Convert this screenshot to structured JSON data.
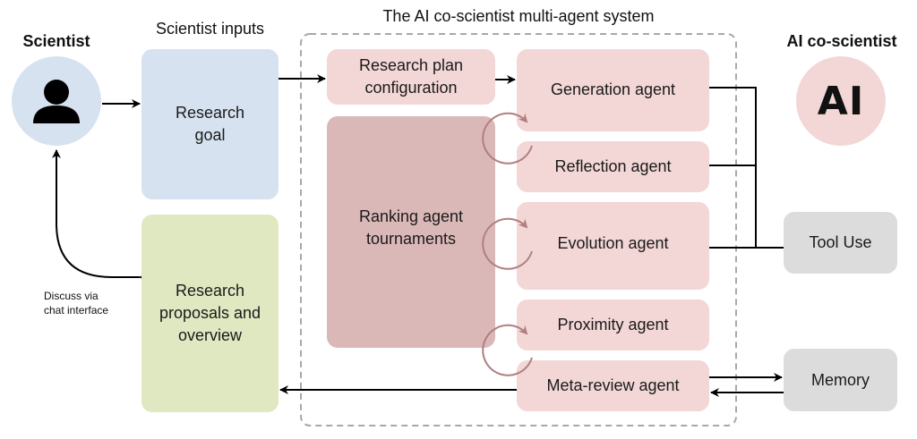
{
  "colors": {
    "scientist_bg": "#d6e2f0",
    "research_goal_bg": "#d6e2f0",
    "proposals_bg": "#dfe8c0",
    "agent_bg": "#f3d6d6",
    "ranking_bg": "#dbb8b8",
    "ai_circle_bg": "#f3d6d6",
    "tool_bg": "#dcdcdc",
    "cycle_arrow": "#b07f7f",
    "dashed_border": "#a8a8a8",
    "arrow": "#000000"
  },
  "scientist": {
    "title": "Scientist",
    "icon": "person-icon"
  },
  "scientist_inputs": {
    "title": "Scientist inputs",
    "research_goal": "Research goal",
    "research_proposals": "Research proposals and overview"
  },
  "discuss_label": {
    "line1": "Discuss via",
    "line2": "chat interface"
  },
  "system": {
    "title": "The AI co-scientist multi-agent system",
    "research_plan": "Research plan configuration",
    "ranking": "Ranking agent tournaments",
    "agents": [
      {
        "id": "generation",
        "label": "Generation agent"
      },
      {
        "id": "reflection",
        "label": "Reflection agent"
      },
      {
        "id": "evolution",
        "label": "Evolution agent"
      },
      {
        "id": "proximity",
        "label": "Proximity agent"
      },
      {
        "id": "meta-review",
        "label": "Meta-review agent"
      }
    ]
  },
  "ai_coscientist": {
    "title": "AI co-scientist",
    "icon_text": "AI"
  },
  "tools": {
    "tool_use": "Tool Use",
    "memory": "Memory"
  }
}
